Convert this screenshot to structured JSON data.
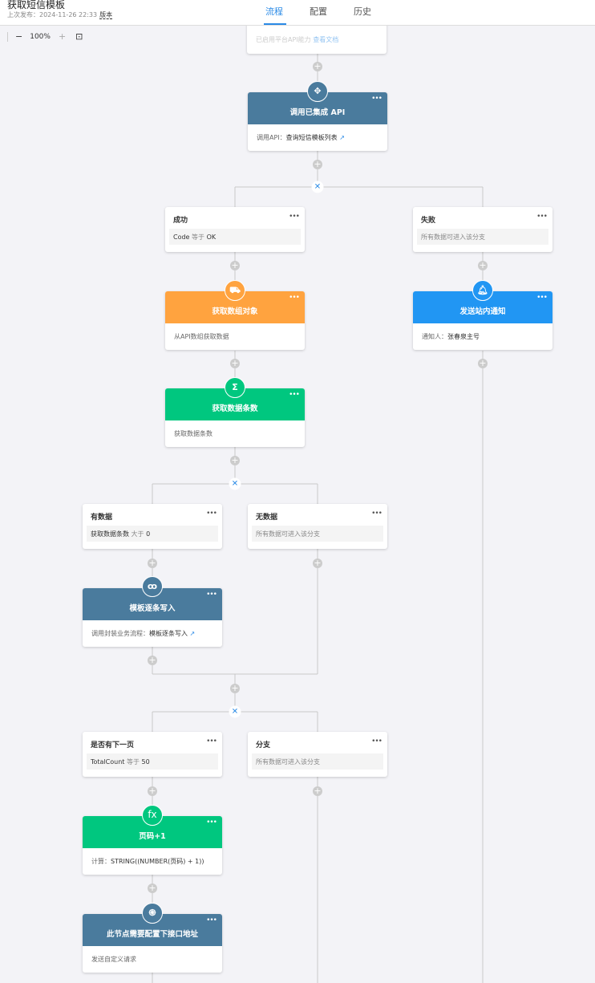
{
  "header": {
    "title": "获取短信模板",
    "last_publish_label": "上次发布：",
    "last_publish_time": "2024-11-26 22:33",
    "version_label": "版本",
    "tabs": [
      {
        "label": "流程",
        "active": true
      },
      {
        "label": "配置"
      },
      {
        "label": "历史"
      }
    ]
  },
  "toolbar": {
    "zoom_out": "−",
    "zoom": "100%",
    "zoom_in": "+",
    "fit": "⊡"
  },
  "colors": {
    "accent": "#2a8ae6",
    "api": "#4a7b9d",
    "orange": "#ffa33f",
    "green": "#00c77f",
    "blue": "#2196f3"
  },
  "top_card": {
    "text": "已启用平台API能力",
    "link": "查看文档"
  },
  "nodes": {
    "api": {
      "title": "调用已集成 API",
      "label": "调用API：",
      "value": "查询短信模板列表",
      "icon": "move-arrows-icon"
    },
    "success": {
      "title": "成功",
      "field": "Code",
      "op": "等于",
      "value": "OK"
    },
    "fail": {
      "title": "失败",
      "text": "所有数据可进入该分支"
    },
    "array": {
      "title": "获取数组对象",
      "text": "从API数组获取数据",
      "icon": "truck-icon"
    },
    "notify": {
      "title": "发送站内通知",
      "label": "通知人：",
      "value": "张春泉主号",
      "icon": "bell-icon"
    },
    "count": {
      "title": "获取数据条数",
      "text": "获取数据条数",
      "icon": "sigma-icon"
    },
    "hasdata": {
      "title": "有数据",
      "field": "获取数据条数",
      "op": "大于",
      "value": "0"
    },
    "nodata": {
      "title": "无数据",
      "text": "所有数据可进入该分支"
    },
    "write": {
      "title": "模板逐条写入",
      "label": "调用封装业务流程：",
      "value": "模板逐条写入",
      "icon": "subprocess-icon"
    },
    "nextpage": {
      "title": "是否有下一页",
      "field": "TotalCount",
      "op": "等于",
      "value": "50"
    },
    "branch": {
      "title": "分支",
      "text": "所有数据可进入该分支"
    },
    "page": {
      "title": "页码+1",
      "label": "计算：",
      "value": "STRING((NUMBER(页码) + 1))",
      "icon": "fx-icon"
    },
    "webhook": {
      "title": "此节点需要配置下接口地址",
      "text": "发送自定义请求",
      "icon": "webhook-icon"
    }
  }
}
